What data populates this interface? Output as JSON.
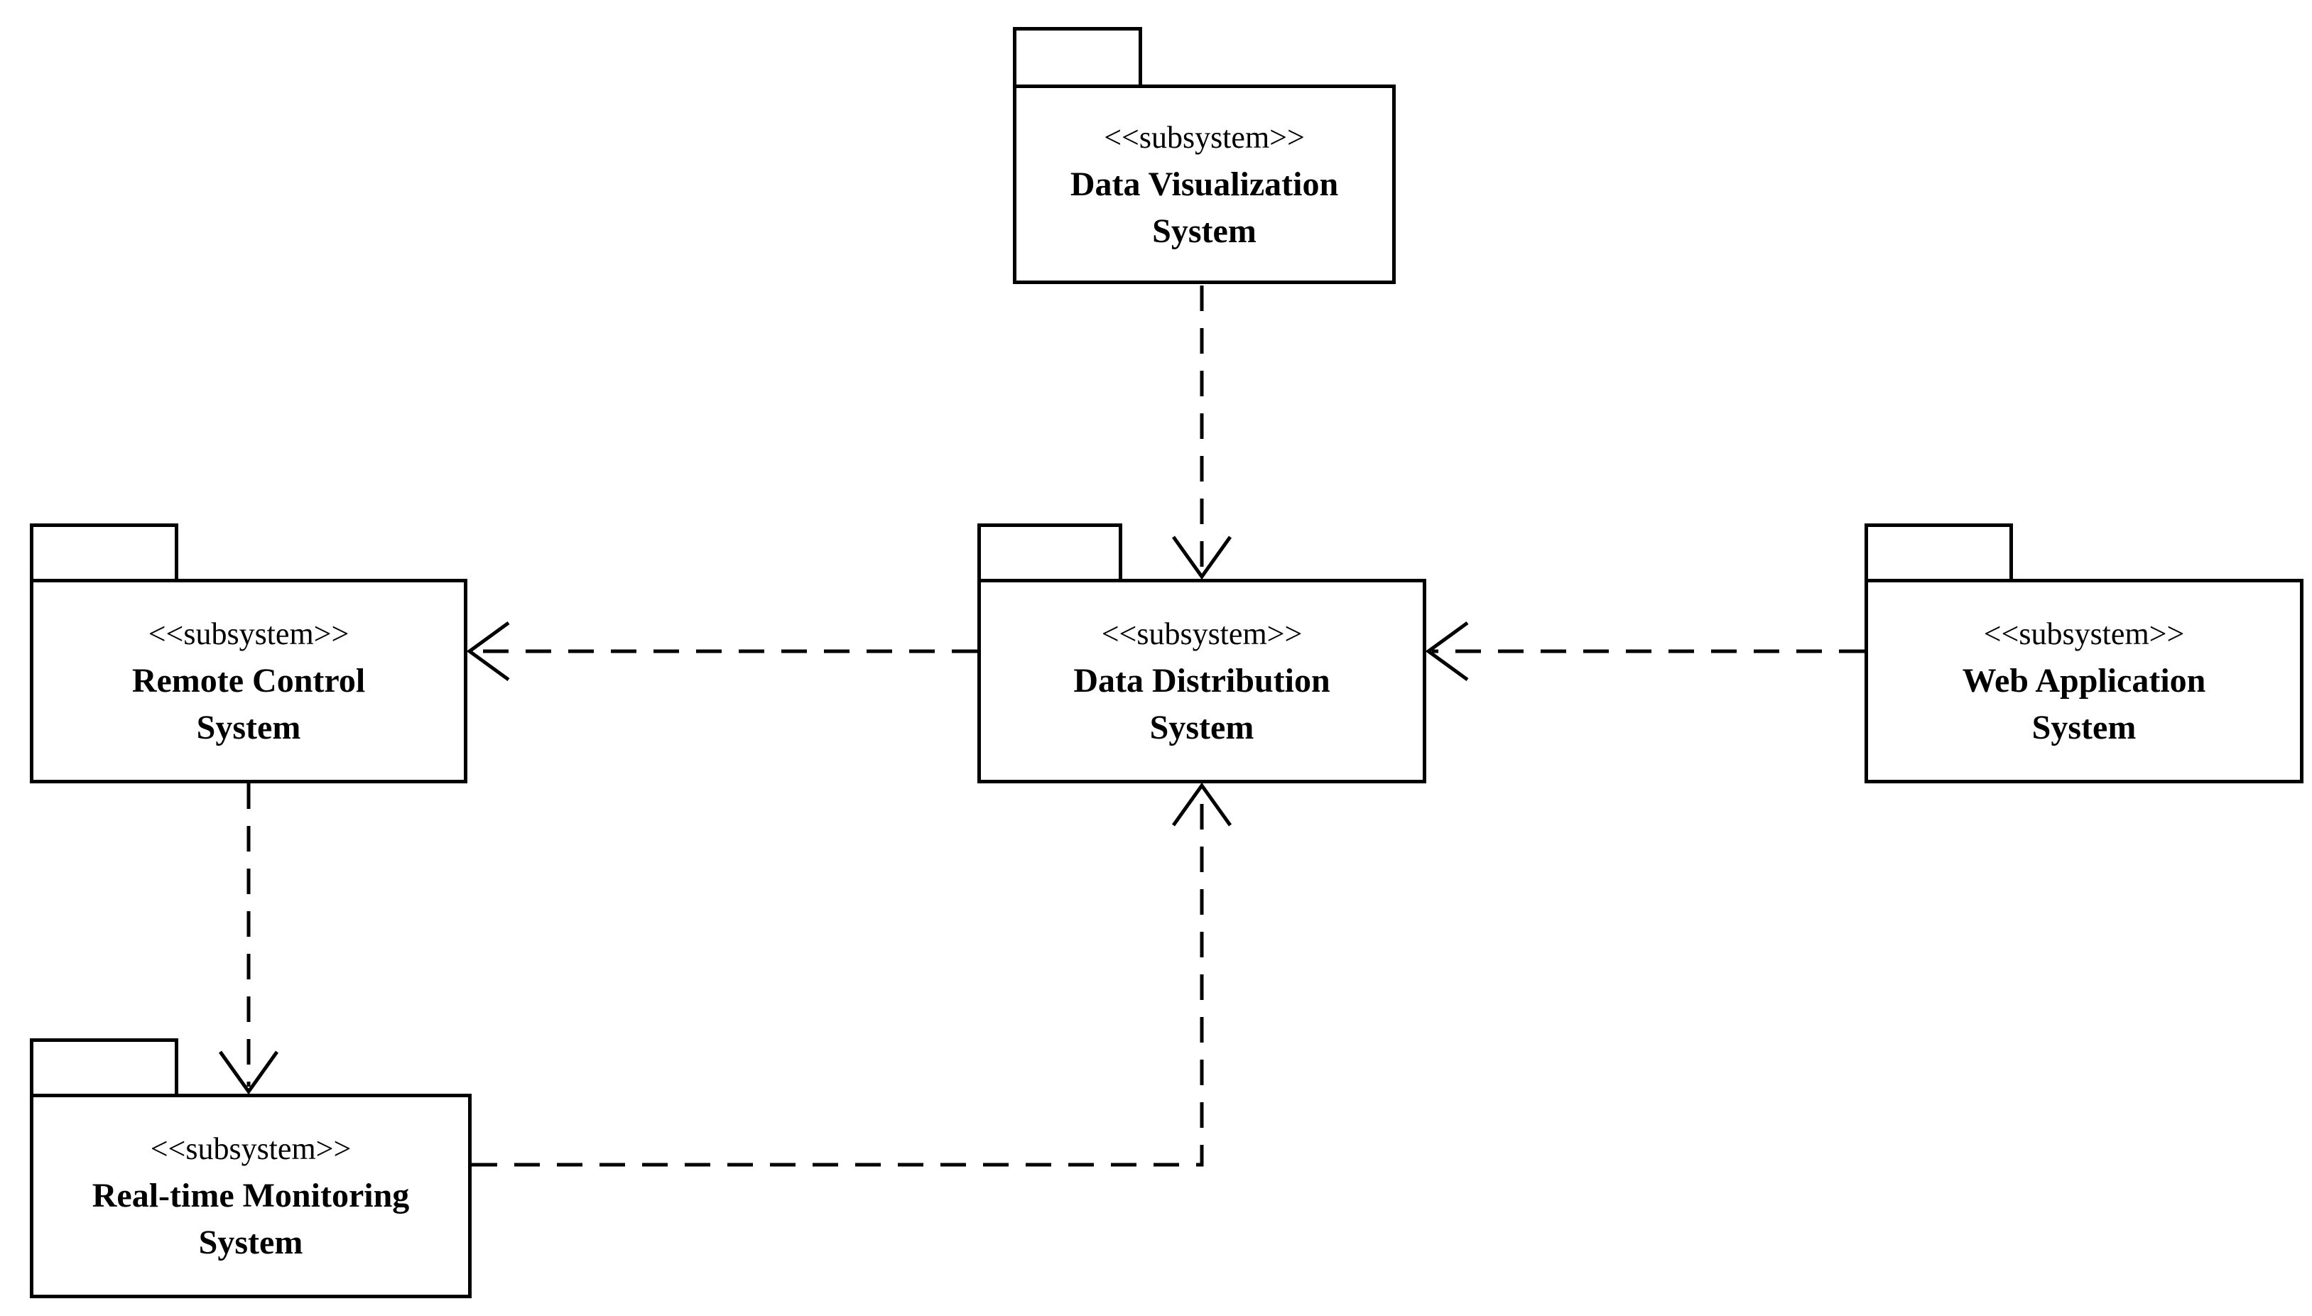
{
  "diagram": {
    "kind": "uml-package-diagram",
    "background_color": "#ffffff",
    "stroke_color": "#000000",
    "line_style": "dashed",
    "arrowhead_style": "open"
  },
  "nodes": [
    {
      "id": "data-visualization-system",
      "stereotype": "<<subsystem>>",
      "name_lines": [
        "Data Visualization",
        "System"
      ]
    },
    {
      "id": "remote-control-system",
      "stereotype": "<<subsystem>>",
      "name_lines": [
        "Remote Control",
        "System"
      ]
    },
    {
      "id": "data-distribution-system",
      "stereotype": "<<subsystem>>",
      "name_lines": [
        "Data Distribution",
        "System"
      ]
    },
    {
      "id": "web-application-system",
      "stereotype": "<<subsystem>>",
      "name_lines": [
        "Web Application",
        "System"
      ]
    },
    {
      "id": "real-time-monitoring-system",
      "stereotype": "<<subsystem>>",
      "name_lines": [
        "Real-time Monitoring",
        "System"
      ]
    }
  ],
  "edges": [
    {
      "from": "data-visualization-system",
      "to": "data-distribution-system",
      "line": "dashed",
      "arrowhead": "open"
    },
    {
      "from": "data-distribution-system",
      "to": "remote-control-system",
      "line": "dashed",
      "arrowhead": "open"
    },
    {
      "from": "web-application-system",
      "to": "data-distribution-system",
      "line": "dashed",
      "arrowhead": "open"
    },
    {
      "from": "remote-control-system",
      "to": "real-time-monitoring-system",
      "line": "dashed",
      "arrowhead": "open"
    },
    {
      "from": "real-time-monitoring-system",
      "to": "data-distribution-system",
      "line": "dashed",
      "arrowhead": "open"
    }
  ]
}
